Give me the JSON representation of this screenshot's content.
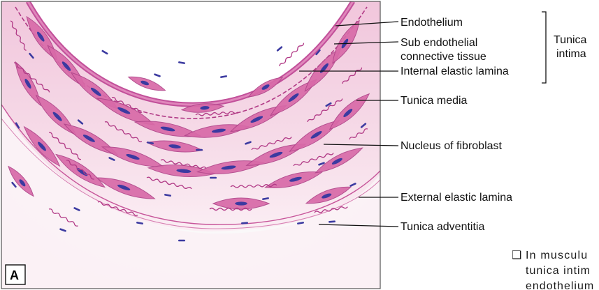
{
  "figure": {
    "panel_letter": "A",
    "labels": [
      {
        "id": "endothelium",
        "text": "Endothelium"
      },
      {
        "id": "subendo1",
        "text": "Sub endothelial"
      },
      {
        "id": "subendo2",
        "text": "connective tissue"
      },
      {
        "id": "iel",
        "text": "Internal elastic lamina"
      },
      {
        "id": "media",
        "text": "Tunica media"
      },
      {
        "id": "fibro",
        "text": "Nucleus of fibroblast"
      },
      {
        "id": "eel",
        "text": "External elastic lamina"
      },
      {
        "id": "adventitia",
        "text": "Tunica adventitia"
      }
    ],
    "bracket_label": {
      "line1": "Tunica",
      "line2": "intima"
    }
  },
  "side_note": {
    "bullet": "❑",
    "line1": "In musculu",
    "line2": "tunica intim",
    "line3": "endothelium"
  },
  "colors": {
    "tissue_light": "#f6dde8",
    "tissue_mid": "#eab6cf",
    "cell_fill": "#d86aa8",
    "cell_stroke": "#b0458a",
    "nucleus": "#3b3aa0",
    "fiber": "#b13a86"
  }
}
